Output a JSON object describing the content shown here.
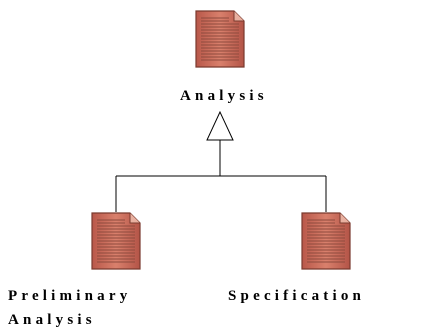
{
  "diagram": {
    "type": "generalization",
    "parent": {
      "label": "Analysis",
      "icon": "document-icon"
    },
    "children": [
      {
        "label_line1": "Preliminary",
        "label_line2": "Analysis",
        "icon": "document-icon"
      },
      {
        "label_line1": "Specification",
        "icon": "document-icon"
      }
    ],
    "edge_style": "hollow-triangle-arrow",
    "colors": {
      "icon_fill": "#c96b5a",
      "icon_border": "#7a3a2e",
      "icon_lines": "#8e4a3d",
      "line": "#000000",
      "background": "#ffffff"
    }
  }
}
